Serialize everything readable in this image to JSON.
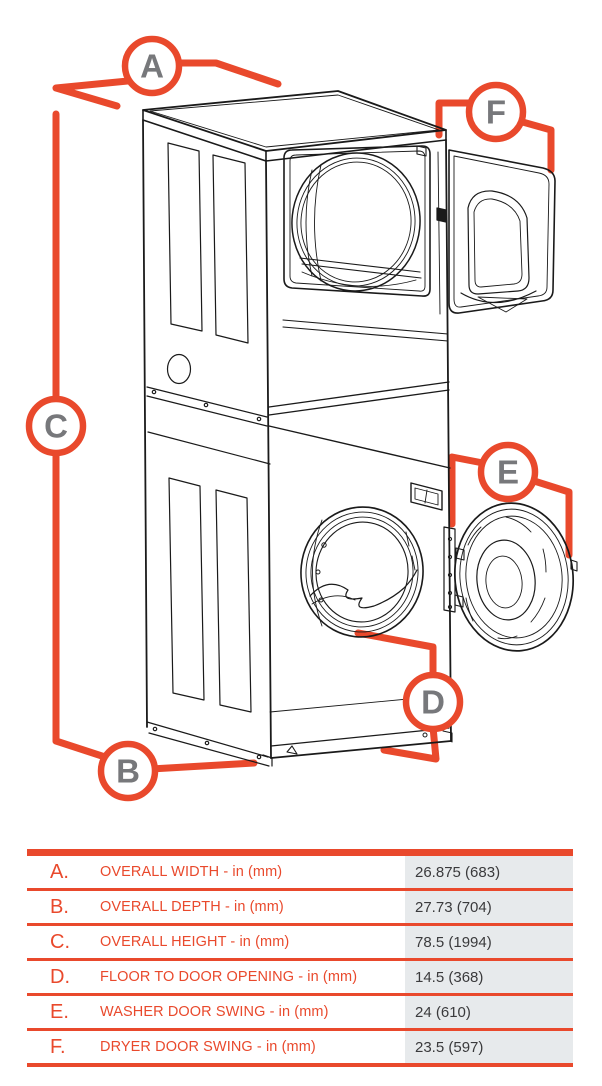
{
  "page": {
    "background": "#FFFFFF"
  },
  "colors": {
    "accent_orange": "#E9492C",
    "badge_letter_gray": "#77787B",
    "line_art": "#1A1A1A",
    "value_text": "#3A3A3C",
    "value_cell_bg": "#E7EAEC"
  },
  "diagram": {
    "callouts": [
      {
        "id": "A",
        "letter": "A"
      },
      {
        "id": "B",
        "letter": "B"
      },
      {
        "id": "C",
        "letter": "C"
      },
      {
        "id": "D",
        "letter": "D"
      },
      {
        "id": "E",
        "letter": "E"
      },
      {
        "id": "F",
        "letter": "F"
      }
    ]
  },
  "table": {
    "rows": [
      {
        "letter": "A.",
        "label": "OVERALL WIDTH - in (mm)",
        "value": "26.875 (683)"
      },
      {
        "letter": "B.",
        "label": "OVERALL DEPTH - in (mm)",
        "value": "27.73 (704)"
      },
      {
        "letter": "C.",
        "label": "OVERALL HEIGHT - in (mm)",
        "value": "78.5 (1994)"
      },
      {
        "letter": "D.",
        "label": "FLOOR TO DOOR OPENING - in (mm)",
        "value": "14.5 (368)"
      },
      {
        "letter": "E.",
        "label": "WASHER DOOR SWING - in (mm)",
        "value": "24 (610)"
      },
      {
        "letter": "F.",
        "label": "DRYER DOOR SWING - in (mm)",
        "value": "23.5 (597)"
      }
    ]
  }
}
